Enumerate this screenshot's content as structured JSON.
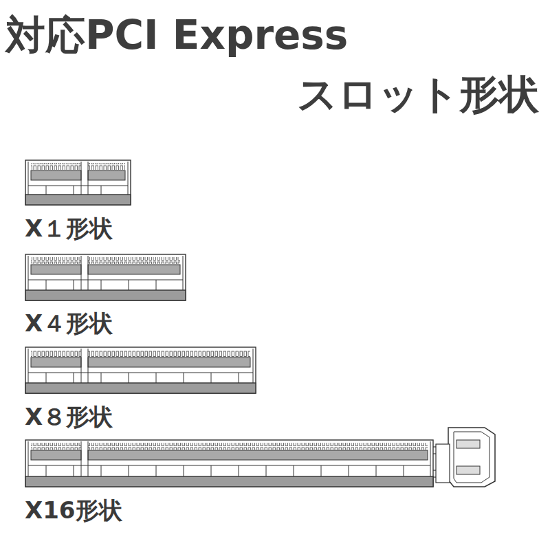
{
  "diagram": {
    "title": "対応PCI Express スロット形状",
    "labels": [
      "X１形状",
      "X４形状",
      "X８形状",
      "X16形状"
    ]
  }
}
